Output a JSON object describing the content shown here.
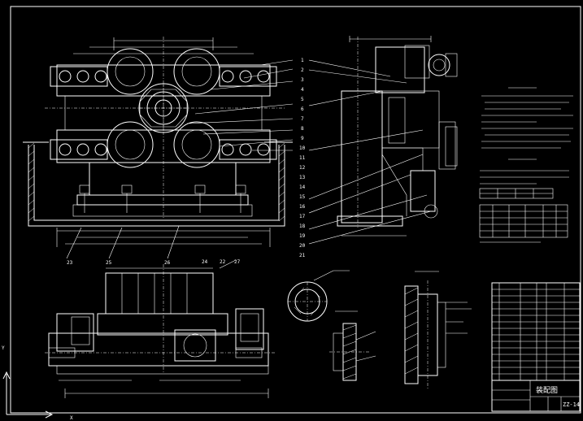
{
  "drawing": {
    "title_block": {
      "name": "装配图",
      "code": "ZZ-14"
    },
    "part_callouts": [
      "1",
      "2",
      "3",
      "4",
      "5",
      "6",
      "7",
      "8",
      "9",
      "10",
      "11",
      "12",
      "13",
      "14",
      "15",
      "16",
      "17",
      "18",
      "19",
      "20",
      "21",
      "22",
      "23"
    ],
    "view_callouts": [
      "23",
      "22",
      "25",
      "24",
      "26",
      "27"
    ],
    "coord_axes": {
      "x": "X",
      "y": "Y"
    },
    "colors": {
      "background": "#000000",
      "lines": "#ffffff"
    }
  }
}
